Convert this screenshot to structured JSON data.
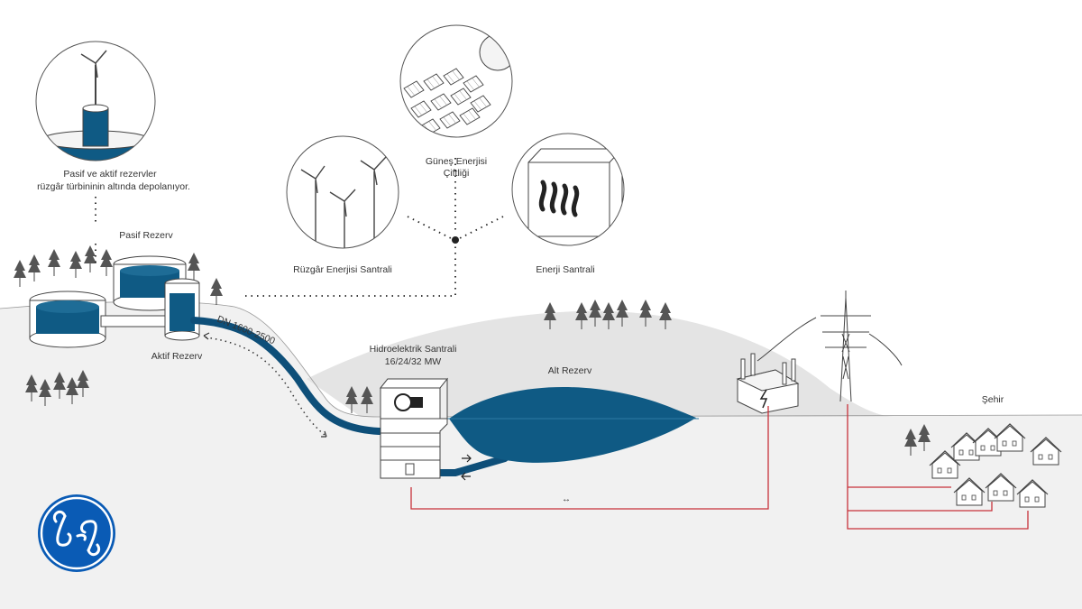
{
  "labels": {
    "wind_storage_caption_1": "Pasif ve aktif rezervler",
    "wind_storage_caption_2": "rüzgâr türbininin altında depolanıyor.",
    "pasif_rezerv": "Pasif Rezerv",
    "aktif_rezerv": "Aktif Rezerv",
    "wind_plant": "Rüzgâr Enerjisi Santrali",
    "solar_farm_1": "Güneş Enerjisi",
    "solar_farm_2": "Çiftliği",
    "power_plant": "Enerji Santrali",
    "pipe_spec": "DN 1600-2500",
    "hydro_plant_1": "Hidroelektrik Santrali",
    "hydro_plant_2": "16/24/32 MW",
    "alt_rezerv": "Alt Rezerv",
    "city": "Şehir",
    "flow_arrow": "↔"
  },
  "logo": {
    "name": "ge-logo-icon",
    "text": "GE"
  },
  "colors": {
    "water": "#0f5a84",
    "pipe": "#0e4f79",
    "ground": "#f1f1f1",
    "hill": "#e4e4e4",
    "power_line": "#c8323b",
    "line": "#333333",
    "brand": "#0a5bb5"
  }
}
